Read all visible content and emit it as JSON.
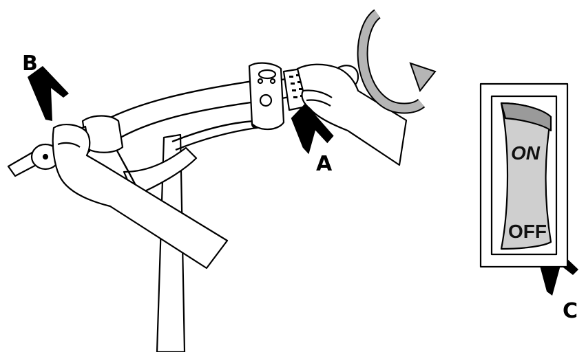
{
  "callouts": {
    "a": "A",
    "b": "B",
    "c": "C"
  },
  "switch": {
    "on_label": "ON",
    "off_label": "OFF",
    "state": "off"
  },
  "colors": {
    "line": "#000000",
    "fill": "#ffffff",
    "switch_face": "#cfcfcf",
    "switch_shadow": "#9a9a9a",
    "rotation_arrow": "#b5b5b5"
  },
  "icons": {
    "rotation": "rotate-clockwise-icon",
    "pointer": "pointer-arrow-icon"
  }
}
